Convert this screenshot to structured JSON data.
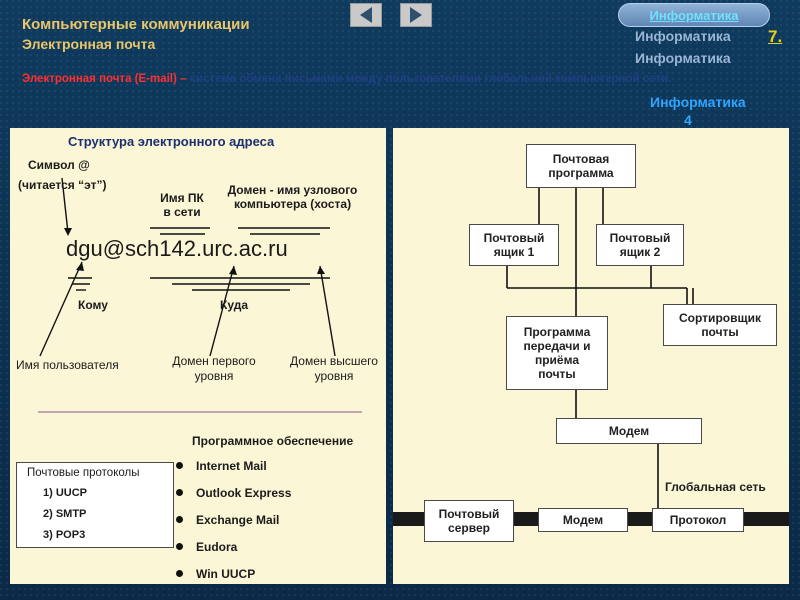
{
  "header": {
    "title": "Компьютерные коммуникации",
    "subtitle": "Электронная почта"
  },
  "nav": {
    "prev": "◀",
    "next": "▶"
  },
  "info_overlay": {
    "pill": "Информатика",
    "line1": "Информатика",
    "line2": "Информатика",
    "line3": "Информатика",
    "accent7": "7.",
    "accent4": "4"
  },
  "definition": {
    "term": "Электронная почта (E-mail) –",
    "text": " система обмена письмами между пользователями глобальной компьютерной сети."
  },
  "address_structure": {
    "title": "Структура электронного адреса",
    "symbol_label": "Символ @",
    "symbol_read": "(читается “эт”)",
    "pc_name": "Имя ПК\nв сети",
    "domain_host": "Домен - имя узлового\nкомпьютера (хоста)",
    "address": "dgu@sch142.urc.ac.ru",
    "to": "Кому",
    "where": "Куда",
    "user_name": "Имя пользователя",
    "domain_first": "Домен первого\nуровня",
    "domain_top": "Домен высшего\nуровня"
  },
  "protocols": {
    "title": "Почтовые протоколы",
    "items": [
      "1) UUCP",
      "2) SMTP",
      "3) POP3"
    ]
  },
  "software": {
    "title": "Программное обеспечение",
    "items": [
      "Internet Mail",
      "Outlook Express",
      "Exchange Mail",
      "Eudora",
      "Win UUCP"
    ]
  },
  "diagram": {
    "mail_program": "Почтовая\nпрограмма",
    "mailbox1": "Почтовый\nящик 1",
    "mailbox2": "Почтовый\nящик 2",
    "sorter": "Сортировщик\nпочты",
    "transfer_program": "Программа\nпередачи и\nприёма\nпочты",
    "modem_top": "Модем",
    "global_net": "Глобальная сеть",
    "mail_server": "Почтовый\nсервер",
    "modem_bottom": "Модем",
    "protocol": "Протокол"
  }
}
